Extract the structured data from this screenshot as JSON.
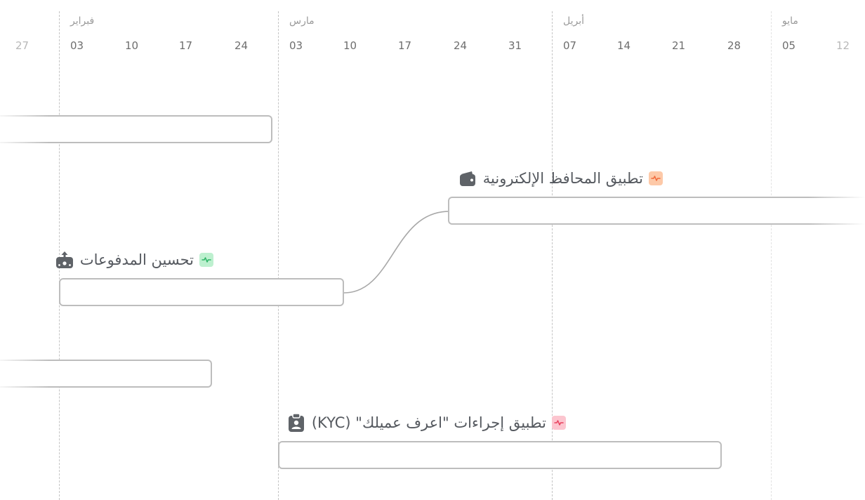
{
  "timeline": {
    "months": [
      {
        "label": "فبراير"
      },
      {
        "label": "مارس"
      },
      {
        "label": "أبريل"
      },
      {
        "label": "مايو"
      }
    ],
    "days": [
      "27",
      "03",
      "10",
      "17",
      "24",
      "03",
      "10",
      "17",
      "24",
      "31",
      "07",
      "14",
      "21",
      "28",
      "05",
      "12"
    ]
  },
  "items": [
    {
      "title": "",
      "icon": "none"
    },
    {
      "title": "تطبيق المحافظ الإلكترونية",
      "icon": "wallet-icon",
      "status": "pulse-orange",
      "status_color": "#fdc9a8",
      "status_stroke": "#f06a3b"
    },
    {
      "title": "تحسين المدفوعات",
      "icon": "box-upload-icon",
      "status": "pulse-green",
      "status_color": "#bdf0cf",
      "status_stroke": "#2fb567"
    },
    {
      "title": "",
      "icon": "none"
    },
    {
      "title": "تطبيق إجراءات \"اعرف عميلك\" (KYC)",
      "icon": "id-badge-icon",
      "status": "pulse-pink",
      "status_color": "#fcc5cf",
      "status_stroke": "#e8435f"
    }
  ],
  "colors": {
    "bar_border": "#bdbdbd",
    "grid_line": "#c4c4c4",
    "text": "#55595f"
  }
}
